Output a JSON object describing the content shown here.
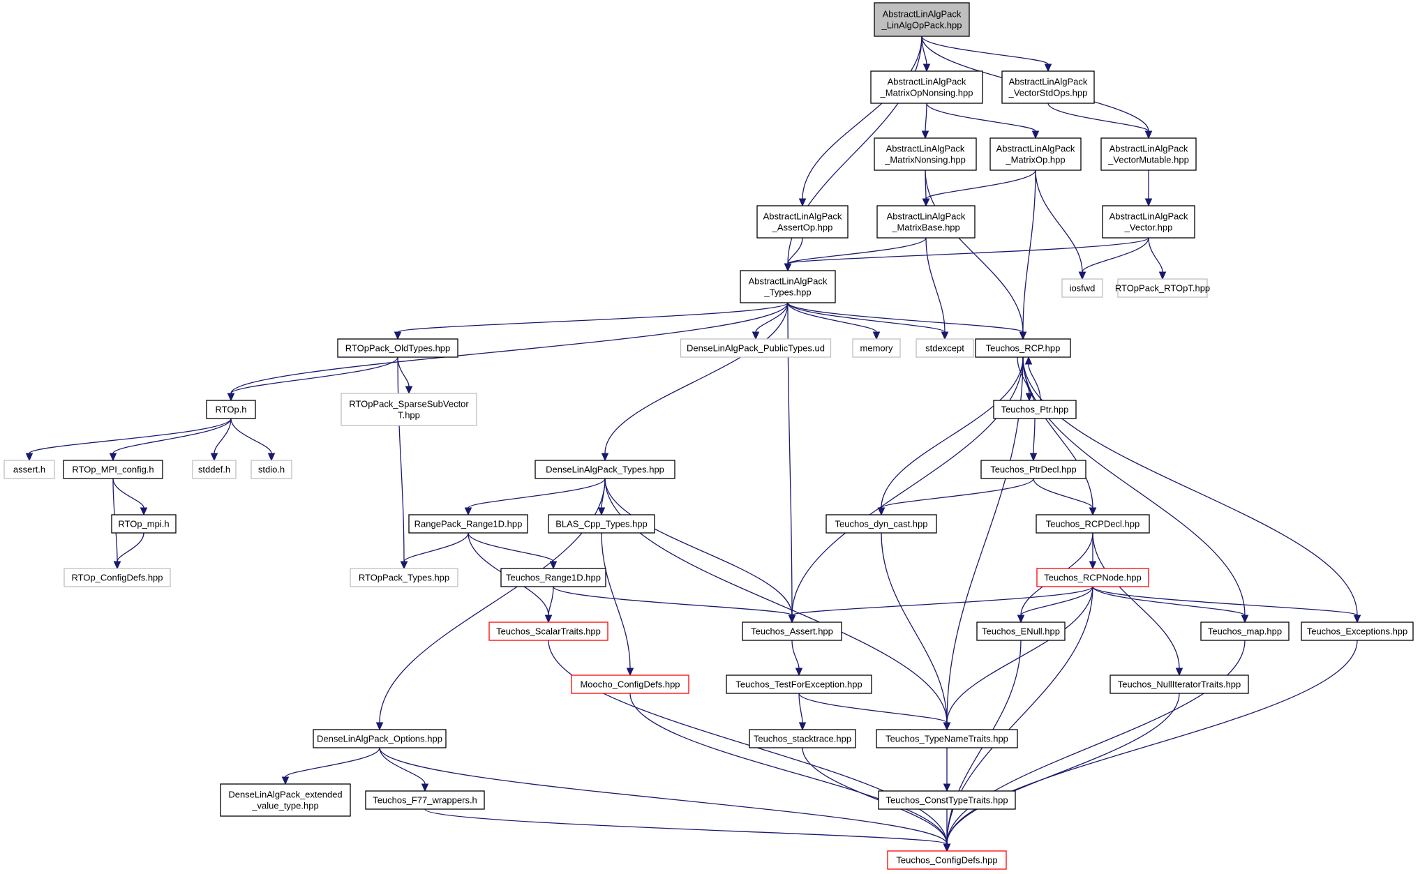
{
  "colors": {
    "edge": "#191970",
    "node_border_default": "#000000",
    "node_border_external": "#bfbfbf",
    "node_border_truncated": "#ff0000",
    "node_fill_root": "#bfbfbf",
    "node_fill": "#ffffff"
  },
  "nodes": {
    "n_root": {
      "lines": [
        "AbstractLinAlgPack",
        "_LinAlgOpPack.hpp"
      ],
      "style": "root"
    },
    "n_mopns": {
      "lines": [
        "AbstractLinAlgPack",
        "_MatrixOpNonsing.hpp"
      ],
      "style": "normal"
    },
    "n_vso": {
      "lines": [
        "AbstractLinAlgPack",
        "_VectorStdOps.hpp"
      ],
      "style": "normal"
    },
    "n_mns": {
      "lines": [
        "AbstractLinAlgPack",
        "_MatrixNonsing.hpp"
      ],
      "style": "normal"
    },
    "n_mop": {
      "lines": [
        "AbstractLinAlgPack",
        "_MatrixOp.hpp"
      ],
      "style": "normal"
    },
    "n_vmut": {
      "lines": [
        "AbstractLinAlgPack",
        "_VectorMutable.hpp"
      ],
      "style": "normal"
    },
    "n_aop": {
      "lines": [
        "AbstractLinAlgPack",
        "_AssertOp.hpp"
      ],
      "style": "normal"
    },
    "n_mbase": {
      "lines": [
        "AbstractLinAlgPack",
        "_MatrixBase.hpp"
      ],
      "style": "normal"
    },
    "n_vec": {
      "lines": [
        "AbstractLinAlgPack",
        "_Vector.hpp"
      ],
      "style": "normal"
    },
    "n_types": {
      "lines": [
        "AbstractLinAlgPack",
        "_Types.hpp"
      ],
      "style": "normal"
    },
    "n_iosfwd": {
      "lines": [
        "iosfwd"
      ],
      "style": "external"
    },
    "n_rtopt": {
      "lines": [
        "RTOpPack_RTOpT.hpp"
      ],
      "style": "external"
    },
    "n_oldtypes": {
      "lines": [
        "RTOpPack_OldTypes.hpp"
      ],
      "style": "normal"
    },
    "n_dlpub": {
      "lines": [
        "DenseLinAlgPack_PublicTypes.ud"
      ],
      "style": "external"
    },
    "n_memory": {
      "lines": [
        "memory"
      ],
      "style": "external"
    },
    "n_stdexcept": {
      "lines": [
        "stdexcept"
      ],
      "style": "external"
    },
    "n_rcp": {
      "lines": [
        "Teuchos_RCP.hpp"
      ],
      "style": "normal"
    },
    "n_rtoph": {
      "lines": [
        "RTOp.h"
      ],
      "style": "normal"
    },
    "n_sparse": {
      "lines": [
        "RTOpPack_SparseSubVector",
        "T.hpp"
      ],
      "style": "external"
    },
    "n_ptr": {
      "lines": [
        "Teuchos_Ptr.hpp"
      ],
      "style": "normal"
    },
    "n_asserth": {
      "lines": [
        "assert.h"
      ],
      "style": "external"
    },
    "n_mpiconfig": {
      "lines": [
        "RTOp_MPI_config.h"
      ],
      "style": "normal"
    },
    "n_stddef": {
      "lines": [
        "stddef.h"
      ],
      "style": "external"
    },
    "n_stdio": {
      "lines": [
        "stdio.h"
      ],
      "style": "external"
    },
    "n_dltypes": {
      "lines": [
        "DenseLinAlgPack_Types.hpp"
      ],
      "style": "normal"
    },
    "n_ptrdecl": {
      "lines": [
        "Teuchos_PtrDecl.hpp"
      ],
      "style": "normal"
    },
    "n_mpih": {
      "lines": [
        "RTOp_mpi.h"
      ],
      "style": "normal"
    },
    "n_range1d": {
      "lines": [
        "RangePack_Range1D.hpp"
      ],
      "style": "normal"
    },
    "n_blas": {
      "lines": [
        "BLAS_Cpp_Types.hpp"
      ],
      "style": "normal"
    },
    "n_dyncast": {
      "lines": [
        "Teuchos_dyn_cast.hpp"
      ],
      "style": "normal"
    },
    "n_rcpdecl": {
      "lines": [
        "Teuchos_RCPDecl.hpp"
      ],
      "style": "normal"
    },
    "n_rtopcfg": {
      "lines": [
        "RTOp_ConfigDefs.hpp"
      ],
      "style": "external"
    },
    "n_rtoptypes": {
      "lines": [
        "RTOpPack_Types.hpp"
      ],
      "style": "external"
    },
    "n_trange1d": {
      "lines": [
        "Teuchos_Range1D.hpp"
      ],
      "style": "normal"
    },
    "n_rcpnode": {
      "lines": [
        "Teuchos_RCPNode.hpp"
      ],
      "style": "truncated"
    },
    "n_scalar": {
      "lines": [
        "Teuchos_ScalarTraits.hpp"
      ],
      "style": "truncated"
    },
    "n_tassert": {
      "lines": [
        "Teuchos_Assert.hpp"
      ],
      "style": "normal"
    },
    "n_enull": {
      "lines": [
        "Teuchos_ENull.hpp"
      ],
      "style": "normal"
    },
    "n_map": {
      "lines": [
        "Teuchos_map.hpp"
      ],
      "style": "normal"
    },
    "n_exc": {
      "lines": [
        "Teuchos_Exceptions.hpp"
      ],
      "style": "normal"
    },
    "n_moocfg": {
      "lines": [
        "Moocho_ConfigDefs.hpp"
      ],
      "style": "truncated"
    },
    "n_tfe": {
      "lines": [
        "Teuchos_TestForException.hpp"
      ],
      "style": "normal"
    },
    "n_nullit": {
      "lines": [
        "Teuchos_NullIteratorTraits.hpp"
      ],
      "style": "normal"
    },
    "n_dlopt": {
      "lines": [
        "DenseLinAlgPack_Options.hpp"
      ],
      "style": "normal"
    },
    "n_stack": {
      "lines": [
        "Teuchos_stacktrace.hpp"
      ],
      "style": "normal"
    },
    "n_tnt": {
      "lines": [
        "Teuchos_TypeNameTraits.hpp"
      ],
      "style": "normal"
    },
    "n_dlext": {
      "lines": [
        "DenseLinAlgPack_extended",
        "_value_type.hpp"
      ],
      "style": "normal"
    },
    "n_f77": {
      "lines": [
        "Teuchos_F77_wrappers.h"
      ],
      "style": "normal"
    },
    "n_ctt": {
      "lines": [
        "Teuchos_ConstTypeTraits.hpp"
      ],
      "style": "normal"
    },
    "n_tcfg": {
      "lines": [
        "Teuchos_ConfigDefs.hpp"
      ],
      "style": "truncated"
    }
  },
  "edges": [
    [
      "n_root",
      "n_mopns"
    ],
    [
      "n_root",
      "n_vso"
    ],
    [
      "n_root",
      "n_vmut"
    ],
    [
      "n_root",
      "n_aop"
    ],
    [
      "n_root",
      "n_types"
    ],
    [
      "n_mopns",
      "n_mns"
    ],
    [
      "n_mopns",
      "n_mop"
    ],
    [
      "n_vso",
      "n_vmut"
    ],
    [
      "n_mns",
      "n_mbase"
    ],
    [
      "n_mns",
      "n_rcp"
    ],
    [
      "n_mop",
      "n_mbase"
    ],
    [
      "n_mop",
      "n_iosfwd"
    ],
    [
      "n_mop",
      "n_rcp"
    ],
    [
      "n_vmut",
      "n_vec"
    ],
    [
      "n_aop",
      "n_types"
    ],
    [
      "n_mbase",
      "n_types"
    ],
    [
      "n_mbase",
      "n_stdexcept"
    ],
    [
      "n_vec",
      "n_types"
    ],
    [
      "n_vec",
      "n_iosfwd"
    ],
    [
      "n_vec",
      "n_rtopt"
    ],
    [
      "n_types",
      "n_rtoph"
    ],
    [
      "n_types",
      "n_oldtypes"
    ],
    [
      "n_types",
      "n_dltypes"
    ],
    [
      "n_types",
      "n_dlpub"
    ],
    [
      "n_types",
      "n_memory"
    ],
    [
      "n_types",
      "n_stdexcept"
    ],
    [
      "n_types",
      "n_rcp"
    ],
    [
      "n_types",
      "n_tassert"
    ],
    [
      "n_oldtypes",
      "n_rtoph"
    ],
    [
      "n_oldtypes",
      "n_sparse"
    ],
    [
      "n_oldtypes",
      "n_rtoptypes"
    ],
    [
      "n_rtoph",
      "n_asserth"
    ],
    [
      "n_rtoph",
      "n_mpiconfig"
    ],
    [
      "n_rtoph",
      "n_stddef"
    ],
    [
      "n_rtoph",
      "n_stdio"
    ],
    [
      "n_mpiconfig",
      "n_mpih"
    ],
    [
      "n_mpiconfig",
      "n_rtopcfg"
    ],
    [
      "n_mpih",
      "n_rtopcfg"
    ],
    [
      "n_rcp",
      "n_ptr"
    ],
    [
      "n_rcp",
      "n_tassert"
    ],
    [
      "n_rcp",
      "n_dyncast"
    ],
    [
      "n_rcp",
      "n_tnt"
    ],
    [
      "n_rcp",
      "n_rcpdecl"
    ],
    [
      "n_rcp",
      "n_map"
    ],
    [
      "n_rcp",
      "n_exc"
    ],
    [
      "n_ptr",
      "n_rcp"
    ],
    [
      "n_ptr",
      "n_ptrdecl"
    ],
    [
      "n_ptrdecl",
      "n_dyncast"
    ],
    [
      "n_ptrdecl",
      "n_rcpdecl"
    ],
    [
      "n_rcpdecl",
      "n_rcpnode"
    ],
    [
      "n_rcpdecl",
      "n_enull"
    ],
    [
      "n_rcpdecl",
      "n_nullit"
    ],
    [
      "n_rcpnode",
      "n_tassert"
    ],
    [
      "n_rcpnode",
      "n_enull"
    ],
    [
      "n_rcpnode",
      "n_map"
    ],
    [
      "n_rcpnode",
      "n_exc"
    ],
    [
      "n_rcpnode",
      "n_tnt"
    ],
    [
      "n_rcpnode",
      "n_tcfg"
    ],
    [
      "n_dltypes",
      "n_dlopt"
    ],
    [
      "n_dltypes",
      "n_range1d"
    ],
    [
      "n_dltypes",
      "n_blas"
    ],
    [
      "n_dltypes",
      "n_tassert"
    ],
    [
      "n_dltypes",
      "n_tnt"
    ],
    [
      "n_range1d",
      "n_rtoptypes"
    ],
    [
      "n_range1d",
      "n_trange1d"
    ],
    [
      "n_range1d",
      "n_scalar"
    ],
    [
      "n_trange1d",
      "n_scalar"
    ],
    [
      "n_trange1d",
      "n_tassert"
    ],
    [
      "n_blas",
      "n_moocfg"
    ],
    [
      "n_dyncast",
      "n_tnt"
    ],
    [
      "n_tassert",
      "n_tfe"
    ],
    [
      "n_tfe",
      "n_stack"
    ],
    [
      "n_tfe",
      "n_tnt"
    ],
    [
      "n_tnt",
      "n_ctt"
    ],
    [
      "n_ctt",
      "n_tcfg"
    ],
    [
      "n_stack",
      "n_tcfg"
    ],
    [
      "n_scalar",
      "n_tcfg"
    ],
    [
      "n_moocfg",
      "n_tcfg"
    ],
    [
      "n_enull",
      "n_tcfg"
    ],
    [
      "n_nullit",
      "n_tcfg"
    ],
    [
      "n_exc",
      "n_tcfg"
    ],
    [
      "n_map",
      "n_tcfg"
    ],
    [
      "n_dlopt",
      "n_dlext"
    ],
    [
      "n_dlopt",
      "n_f77"
    ],
    [
      "n_dlopt",
      "n_tcfg"
    ],
    [
      "n_f77",
      "n_tcfg"
    ]
  ]
}
